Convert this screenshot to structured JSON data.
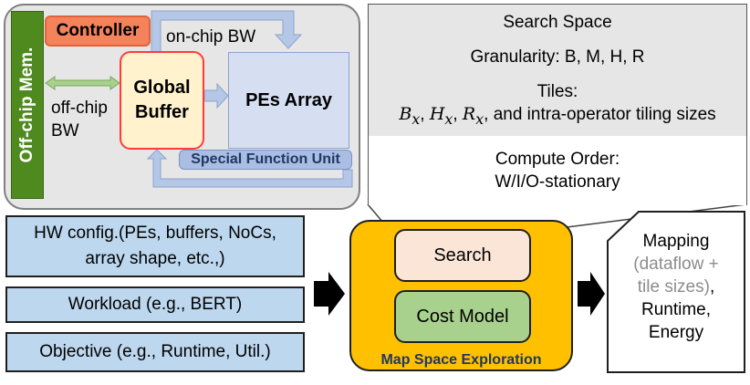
{
  "hardware": {
    "offchip_memory": "Off-chip Mem.",
    "controller": "Controller",
    "global_buffer_line1": "Global",
    "global_buffer_line2": "Buffer",
    "pes_array": "PEs Array",
    "special_function_unit": "Special Function Unit",
    "onchip_bw": "on-chip BW",
    "offchip_bw_line1": "off-chip",
    "offchip_bw_line2": "BW"
  },
  "inputs": {
    "hw_config_line1": "HW config.(PEs, buffers, NoCs,",
    "hw_config_line2": "array shape, etc.,)",
    "workload": "Workload (e.g., BERT)",
    "objective": "Objective (e.g., Runtime, Util.)"
  },
  "search_space": {
    "title": "Search Space",
    "granularity": "Granularity: B, M, H, R",
    "tiles_title": "Tiles:",
    "tiles_vars": [
      "B",
      "H",
      "R"
    ],
    "tiles_subscript": "x",
    "tiles_suffix": ", and intra-operator tiling sizes",
    "compute_order_title": "Compute Order:",
    "compute_order_value": "W/I/O-stationary"
  },
  "exploration": {
    "search": "Search",
    "cost_model": "Cost Model",
    "label": "Map Space Exploration"
  },
  "output": {
    "line1": "Mapping",
    "line2": "(dataflow +",
    "line3_gray": "tile sizes)",
    "line3_comma": ",",
    "line4": "Runtime,",
    "line5": "Energy"
  },
  "colors": {
    "offchip": "#4f8a1e",
    "controller": "#f4825a",
    "global_buffer_border": "#ff3b3b",
    "pes_array": "#d6dff2",
    "config_boxes": "#bdd7ee",
    "exploration": "#ffc000",
    "search": "#fbe5d6",
    "cost_model": "#a9d18e"
  }
}
